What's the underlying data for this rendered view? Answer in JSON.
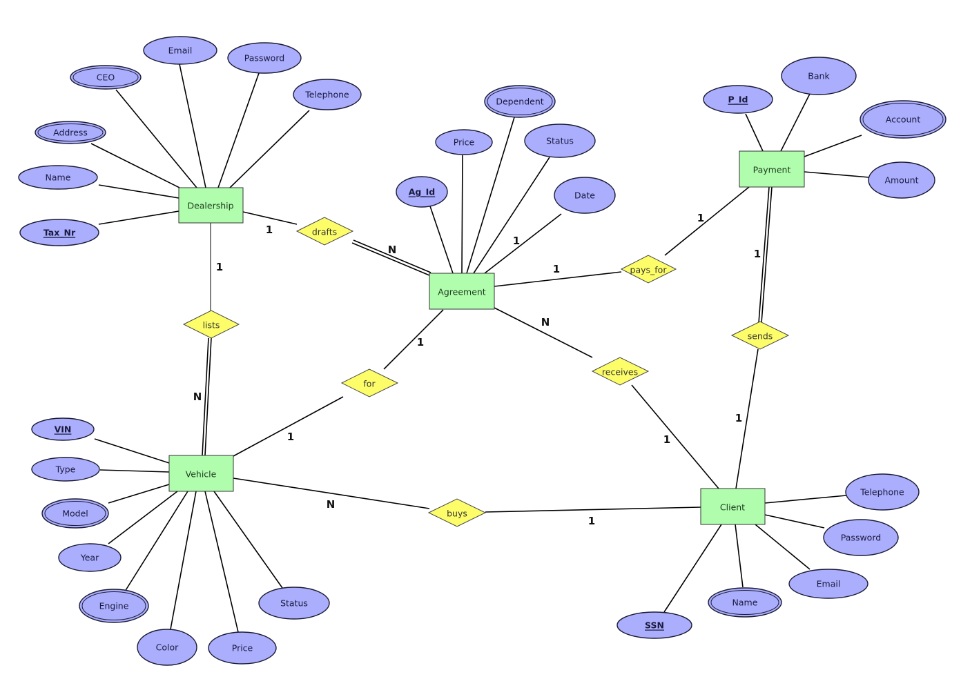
{
  "diagram": {
    "type": "entity-relationship",
    "colors": {
      "entity_fill": "#b0fdad",
      "attribute_fill": "#aaaefc",
      "relationship_fill": "#fdfd6a",
      "background": "#ffffff"
    },
    "entities": [
      {
        "id": "dealership",
        "label": "Dealership"
      },
      {
        "id": "agreement",
        "label": "Agreement"
      },
      {
        "id": "payment",
        "label": "Payment"
      },
      {
        "id": "vehicle",
        "label": "Vehicle"
      },
      {
        "id": "client",
        "label": "Client"
      }
    ],
    "attributes": [
      {
        "id": "d_email",
        "label": "Email",
        "owner": "dealership",
        "kind": "simple"
      },
      {
        "id": "d_password",
        "label": "Password",
        "owner": "dealership",
        "kind": "simple"
      },
      {
        "id": "d_ceo",
        "label": "CEO",
        "owner": "dealership",
        "kind": "multivalued"
      },
      {
        "id": "d_telephone",
        "label": "Telephone",
        "owner": "dealership",
        "kind": "simple"
      },
      {
        "id": "d_address",
        "label": "Address",
        "owner": "dealership",
        "kind": "multivalued"
      },
      {
        "id": "d_name",
        "label": "Name",
        "owner": "dealership",
        "kind": "simple"
      },
      {
        "id": "d_taxnr",
        "label": "Tax_Nr",
        "owner": "dealership",
        "kind": "key"
      },
      {
        "id": "a_dependent",
        "label": "Dependent",
        "owner": "agreement",
        "kind": "multivalued"
      },
      {
        "id": "a_price",
        "label": "Price",
        "owner": "agreement",
        "kind": "simple"
      },
      {
        "id": "a_status",
        "label": "Status",
        "owner": "agreement",
        "kind": "simple"
      },
      {
        "id": "a_agid",
        "label": "Ag_Id",
        "owner": "agreement",
        "kind": "key"
      },
      {
        "id": "a_date",
        "label": "Date",
        "owner": "agreement",
        "kind": "simple"
      },
      {
        "id": "p_bank",
        "label": "Bank",
        "owner": "payment",
        "kind": "simple"
      },
      {
        "id": "p_pid",
        "label": "P_Id",
        "owner": "payment",
        "kind": "key"
      },
      {
        "id": "p_account",
        "label": "Account",
        "owner": "payment",
        "kind": "multivalued"
      },
      {
        "id": "p_amount",
        "label": "Amount",
        "owner": "payment",
        "kind": "simple"
      },
      {
        "id": "v_vin",
        "label": "VIN",
        "owner": "vehicle",
        "kind": "key"
      },
      {
        "id": "v_type",
        "label": "Type",
        "owner": "vehicle",
        "kind": "simple"
      },
      {
        "id": "v_model",
        "label": "Model",
        "owner": "vehicle",
        "kind": "multivalued"
      },
      {
        "id": "v_year",
        "label": "Year",
        "owner": "vehicle",
        "kind": "simple"
      },
      {
        "id": "v_engine",
        "label": "Engine",
        "owner": "vehicle",
        "kind": "multivalued"
      },
      {
        "id": "v_status",
        "label": "Status",
        "owner": "vehicle",
        "kind": "simple"
      },
      {
        "id": "v_color",
        "label": "Color",
        "owner": "vehicle",
        "kind": "simple"
      },
      {
        "id": "v_price",
        "label": "Price",
        "owner": "vehicle",
        "kind": "simple"
      },
      {
        "id": "c_telephone",
        "label": "Telephone",
        "owner": "client",
        "kind": "simple"
      },
      {
        "id": "c_password",
        "label": "Password",
        "owner": "client",
        "kind": "simple"
      },
      {
        "id": "c_email",
        "label": "Email",
        "owner": "client",
        "kind": "simple"
      },
      {
        "id": "c_name",
        "label": "Name",
        "owner": "client",
        "kind": "multivalued"
      },
      {
        "id": "c_ssn",
        "label": "SSN",
        "owner": "client",
        "kind": "key"
      }
    ],
    "relationships": [
      {
        "id": "drafts",
        "label": "drafts",
        "between": [
          "dealership",
          "agreement"
        ]
      },
      {
        "id": "pays_for",
        "label": "pays_for",
        "between": [
          "agreement",
          "payment"
        ]
      },
      {
        "id": "lists",
        "label": "lists",
        "between": [
          "dealership",
          "vehicle"
        ]
      },
      {
        "id": "sends",
        "label": "sends",
        "between": [
          "payment",
          "client"
        ]
      },
      {
        "id": "for",
        "label": "for",
        "between": [
          "agreement",
          "vehicle"
        ]
      },
      {
        "id": "receives",
        "label": "receives",
        "between": [
          "agreement",
          "client"
        ]
      },
      {
        "id": "buys",
        "label": "buys",
        "between": [
          "vehicle",
          "client"
        ]
      }
    ],
    "cardinalities": [
      {
        "id": "drafts_dealership",
        "label": "1"
      },
      {
        "id": "drafts_agreement",
        "label": "N"
      },
      {
        "id": "agreement_date",
        "label": "1"
      },
      {
        "id": "pays_for_agreement",
        "label": "1"
      },
      {
        "id": "pays_for_payment",
        "label": "1"
      },
      {
        "id": "sends_payment",
        "label": "1"
      },
      {
        "id": "lists_dealership",
        "label": "1"
      },
      {
        "id": "lists_vehicle",
        "label": "N"
      },
      {
        "id": "for_agreement",
        "label": "1"
      },
      {
        "id": "for_vehicle",
        "label": "1"
      },
      {
        "id": "receives_agreement",
        "label": "N"
      },
      {
        "id": "receives_client",
        "label": "1"
      },
      {
        "id": "sends_client",
        "label": "1"
      },
      {
        "id": "buys_vehicle",
        "label": "N"
      },
      {
        "id": "buys_client",
        "label": "1"
      }
    ]
  }
}
